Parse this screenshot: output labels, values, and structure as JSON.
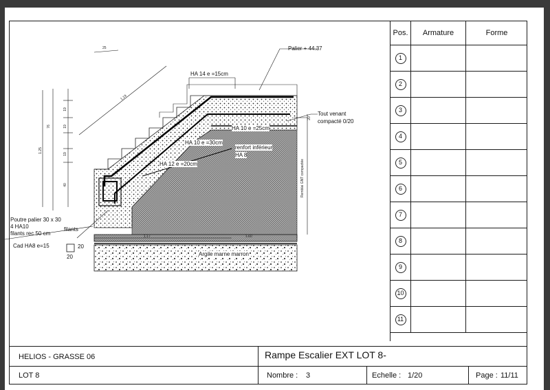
{
  "table": {
    "headers": [
      "Pos.",
      "Armature",
      "Forme"
    ],
    "positions": [
      "1",
      "2",
      "3",
      "4",
      "5",
      "6",
      "7",
      "8",
      "9",
      "10",
      "11"
    ]
  },
  "drawing": {
    "labels": {
      "palier": "Palier + 44.37",
      "ha14": "HA 14 e =15cm",
      "tout_venant_1": "Tout venant",
      "tout_venant_2": "compacté 0/20",
      "ha10_25": "HA 10 e =25cm",
      "ha10_30": "HA 10 e =30cm",
      "renfort_1": "renfort inférieur",
      "renfort_2": "HA 8",
      "ha12": "HA 12 e =20cm",
      "poutre_1": "Poutre palier 30 x 30",
      "poutre_2": "4 HA10",
      "poutre_3": "filants rec 50 cm",
      "filants": "filants",
      "cad": "Cad HA8 e=15",
      "cad_w": "20",
      "cad_h": "20",
      "argile": "Argile marne marron",
      "dim_25": "25",
      "dim_diag": "1.19",
      "dim_125": "1.25",
      "dim_76": "76",
      "dim_19a": "19",
      "dim_19b": "19",
      "dim_19c": "19",
      "dim_40": "40",
      "dim_20": "20",
      "dim_117": "1.17",
      "dim_160": "1.60",
      "rembl": "Remblai GNT compactée"
    }
  },
  "title_block": {
    "client": "HELIOS - GRASSE 06",
    "lot": "LOT 8",
    "title": "Rampe Escalier EXT LOT 8-",
    "nombre_label": "Nombre :",
    "nombre_value": "3",
    "echelle_label": "Echelle :",
    "echelle_value": "1/20",
    "page_label": "Page :",
    "page_value": "11/11"
  }
}
